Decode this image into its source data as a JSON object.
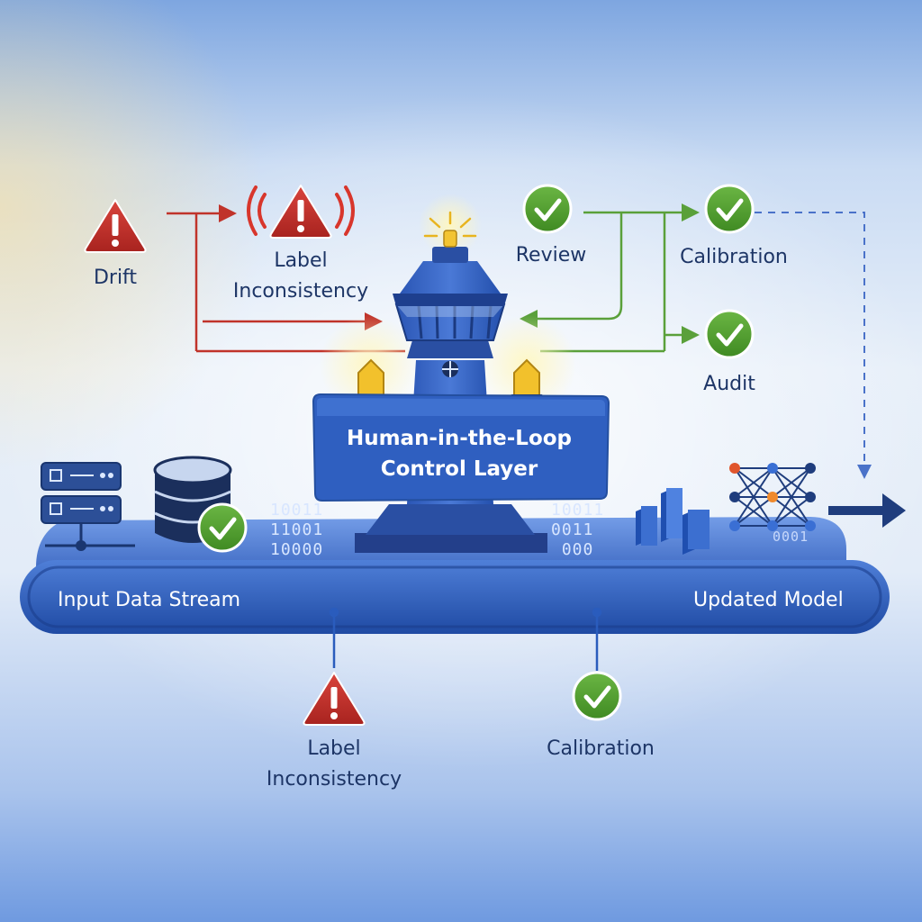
{
  "center": {
    "title_line1": "Human-in-the-Loop",
    "title_line2": "Control Layer"
  },
  "top_left": {
    "drift_label": "Drift",
    "label_inconsistency_line1": "Label",
    "label_inconsistency_line2": "Inconsistency"
  },
  "top_right": {
    "review_label": "Review",
    "calibration_label": "Calibration",
    "audit_label": "Audit"
  },
  "belt": {
    "left_label": "Input Data Stream",
    "right_label": "Updated Model",
    "binary_left": "11001\n10000",
    "binary_left_top": "10011",
    "binary_right": "0011\n000",
    "binary_right_top": "10011",
    "binary_far_right": "0001"
  },
  "bottom": {
    "warning_label_line1": "Label",
    "warning_label_line2": "Inconsistency",
    "check_label": "Calibration"
  },
  "colors": {
    "warning_red": "#c9322c",
    "check_green": "#4f9a2e",
    "belt_blue": "#2a5cbd",
    "tower_blue": "#2f5fc0",
    "flow_red": "#c0332a",
    "flow_green": "#5aa03a",
    "dashed_blue": "#4a72c9"
  },
  "icons": [
    "warning-icon",
    "check-icon",
    "server-icon",
    "database-icon",
    "neural-network-icon",
    "bar-chart-icon",
    "control-tower-icon",
    "beacon-light-icon",
    "arrow-right-icon"
  ]
}
